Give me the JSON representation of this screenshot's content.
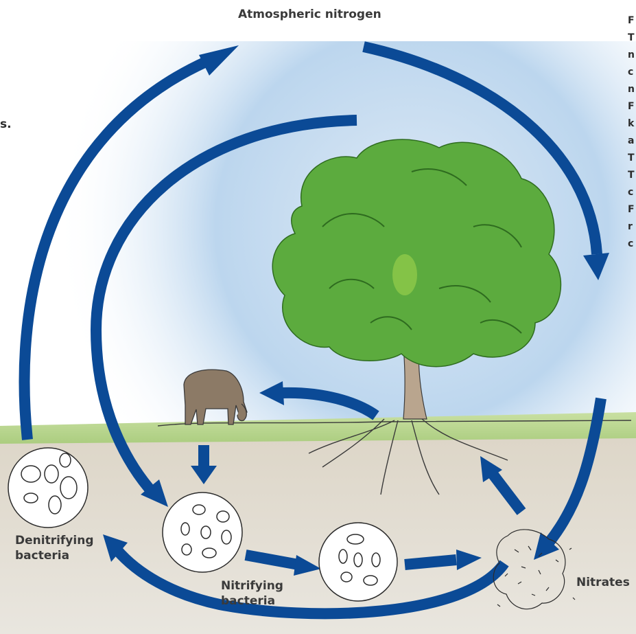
{
  "labels": {
    "atmospheric_nitrogen": "Atmospheric nitrogen",
    "denitrifying_line1": "Denitrifying",
    "denitrifying_line2": "bacteria",
    "nitrifying_line1": "Nitrifying",
    "nitrifying_line2": "bacteria",
    "nitrates": "Nitrates"
  },
  "edge_fragments": {
    "left": "s.",
    "right_col": [
      "F",
      "T",
      "n",
      "c",
      "n",
      "F",
      "k",
      "a",
      "T",
      "T",
      "c",
      "F",
      "r",
      "c"
    ]
  },
  "colors": {
    "arrow": "#0b4a96",
    "sky": "#c9dff0",
    "grass": "#bcd890",
    "soil": "#ddd7cb",
    "foliage": "#5cab3e",
    "foliage_dark": "#3f8c2c",
    "trunk": "#b9a58e",
    "cow": "#8c7a66"
  },
  "icons": {
    "tree": "tree-icon",
    "cow": "cow-icon",
    "bacteria": "bacteria-icon",
    "nitrate": "nitrate-cluster-icon"
  }
}
